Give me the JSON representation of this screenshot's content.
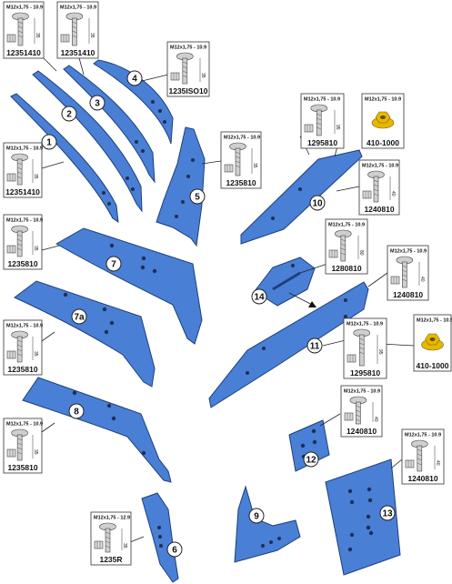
{
  "badges": {
    "p1": "1",
    "p2": "2",
    "p3": "3",
    "p4": "4",
    "p5": "5",
    "p6": "6",
    "p7": "7",
    "p7a": "7a",
    "p8": "8",
    "p9": "9",
    "p10": "10",
    "p11": "11",
    "p12": "12",
    "p13": "13",
    "p14": "14"
  },
  "fasteners": [
    {
      "spec": "M12x1,75 - 10.9",
      "code": "12351410",
      "dim": "35"
    },
    {
      "spec": "M12x1,75 - 10.9",
      "code": "12351410",
      "dim": "35"
    },
    {
      "spec": "M12x1,75 - 10.9",
      "code": "1235ISO10",
      "dim": "35"
    },
    {
      "spec": "M12x1,75 - 10.9",
      "code": "12351410",
      "dim": "35"
    },
    {
      "spec": "M12x1,75 - 10.9",
      "code": "1235810",
      "dim": "35"
    },
    {
      "spec": "M12x1,75 - 10.9",
      "code": "1235810",
      "dim": "35"
    },
    {
      "spec": "M12x1,75 - 10.9",
      "code": "1235810",
      "dim": "35"
    },
    {
      "spec": "M12x1,75 - 10.9",
      "code": "1235810",
      "dim": "35"
    },
    {
      "spec": "M12x1,75 - 12.9",
      "code": "1235R",
      "dim": "35"
    },
    {
      "spec": "M12x1,75 - 10.9",
      "code": "1295810",
      "dim": "95"
    },
    {
      "spec": "M12x1,75 - 10.9",
      "code": "410-1000",
      "dim": ""
    },
    {
      "spec": "M12x1,75 - 10.9",
      "code": "1240810",
      "dim": "40"
    },
    {
      "spec": "M12x1,75 - 10.9",
      "code": "1280810",
      "dim": "80"
    },
    {
      "spec": "M12x1,75 - 10.9",
      "code": "1240810",
      "dim": "40"
    },
    {
      "spec": "M12x1,75 - 10.9",
      "code": "1295810",
      "dim": "95"
    },
    {
      "spec": "M12x1,75 - 10.9",
      "code": "410-1000",
      "dim": ""
    },
    {
      "spec": "M12x1,75 - 10.9",
      "code": "1240810",
      "dim": "40"
    },
    {
      "spec": "M12x1,75 - 10.9",
      "code": "1240810",
      "dim": "40"
    }
  ],
  "colors": {
    "part_fill": "#4a7fd6",
    "part_edge": "#1e3f7a",
    "hole": "#1c2f55",
    "lock_nut": "#e6b800"
  },
  "icons": [
    "bolt-icon",
    "hex-nut-icon",
    "flange-lock-nut-icon"
  ]
}
